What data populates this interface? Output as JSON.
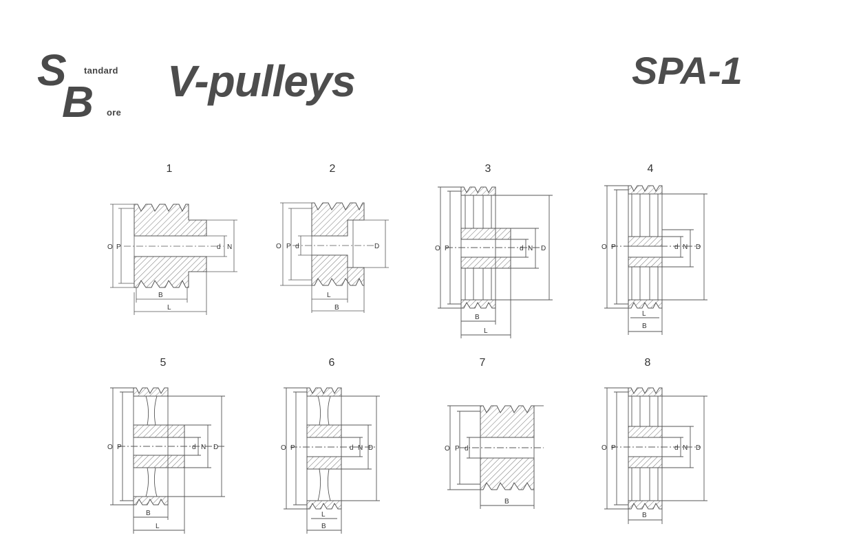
{
  "logo": {
    "letter1": "S",
    "word1": "tandard",
    "letter2": "B",
    "word2": "ore"
  },
  "title": "V-pulleys",
  "code": "SPA-1",
  "diagrams": [
    {
      "number": "1"
    },
    {
      "number": "2"
    },
    {
      "number": "3"
    },
    {
      "number": "4"
    },
    {
      "number": "5"
    },
    {
      "number": "6"
    },
    {
      "number": "7"
    },
    {
      "number": "8"
    }
  ],
  "labels": {
    "O": "O",
    "P": "P",
    "d": "d",
    "N": "N",
    "D": "D",
    "B": "B",
    "L": "L"
  }
}
